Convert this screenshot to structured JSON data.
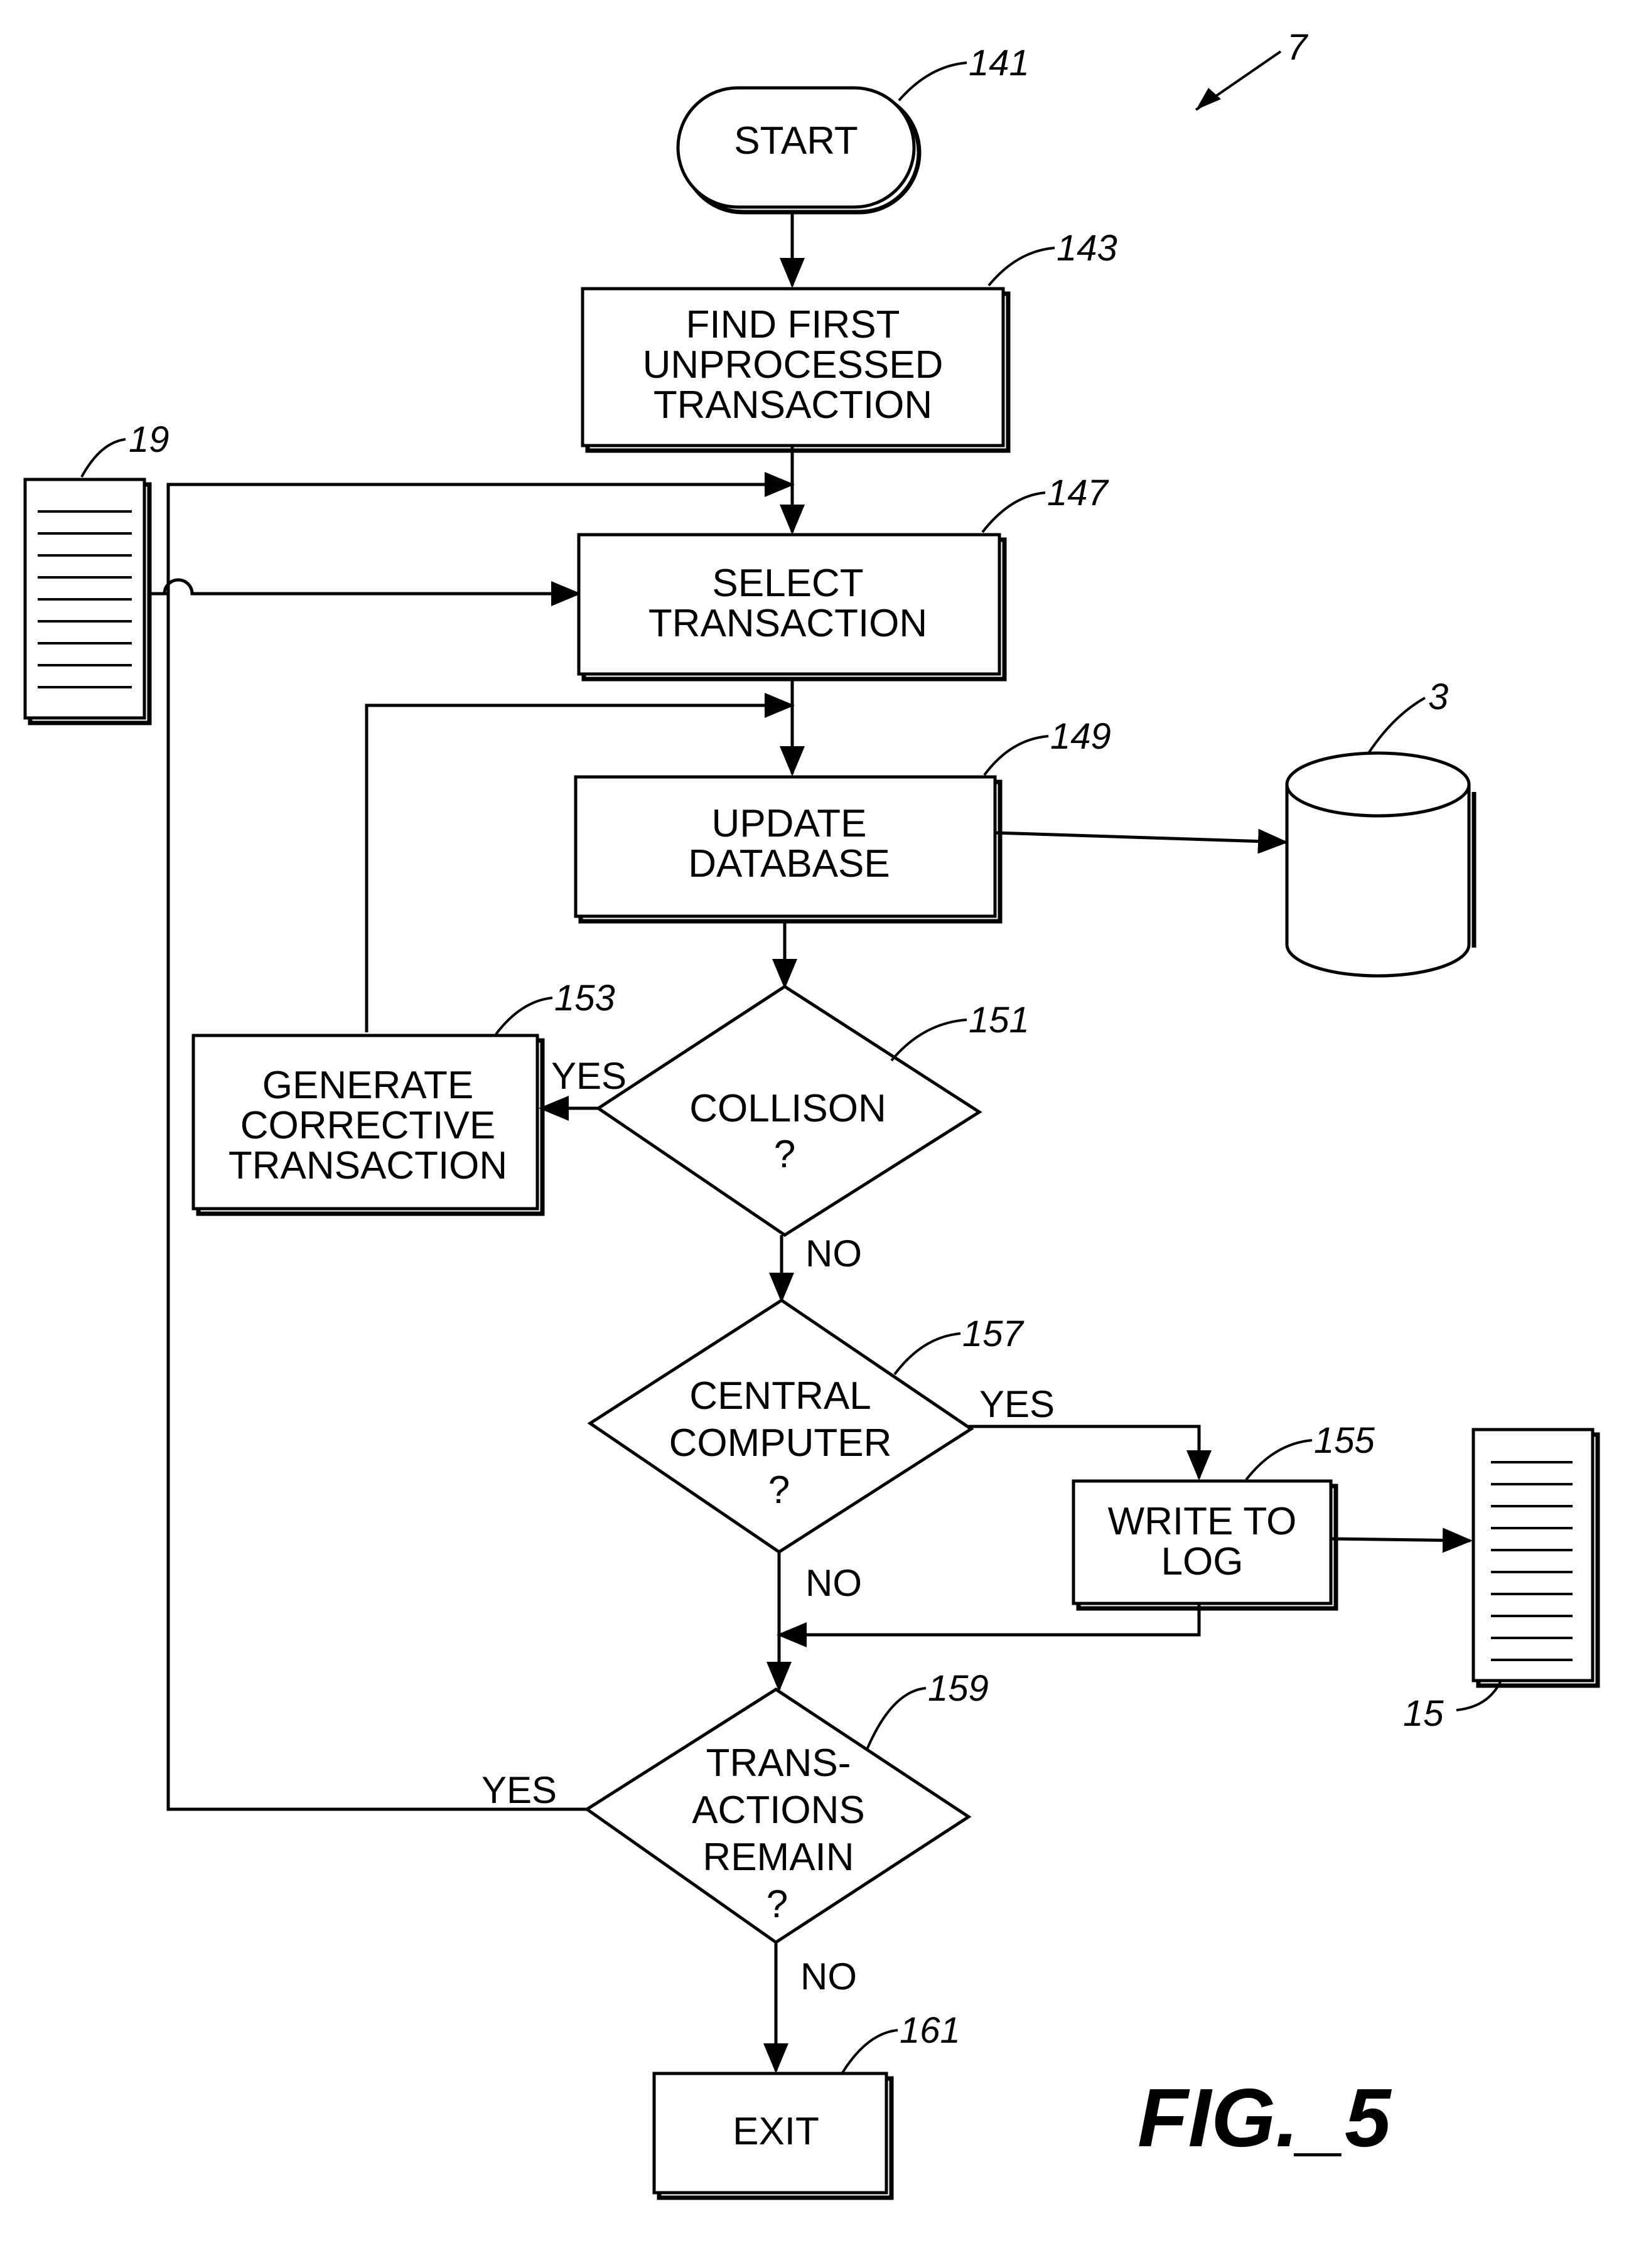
{
  "figure_label": "FIG._5",
  "figure_ref": "7",
  "nodes": {
    "start": {
      "label": "START",
      "ref": "141"
    },
    "find_first": {
      "lines": [
        "FIND FIRST",
        "UNPROCESSED",
        "TRANSACTION"
      ],
      "ref": "143"
    },
    "select": {
      "lines": [
        "SELECT",
        "TRANSACTION"
      ],
      "ref": "147"
    },
    "update": {
      "lines": [
        "UPDATE",
        "DATABASE"
      ],
      "ref": "149"
    },
    "database": {
      "ref": "3"
    },
    "collision": {
      "lines": [
        "COLLISON",
        "?"
      ],
      "ref": "151"
    },
    "generate": {
      "lines": [
        "GENERATE",
        "CORRECTIVE",
        "TRANSACTION"
      ],
      "ref": "153"
    },
    "central": {
      "lines": [
        "CENTRAL",
        "COMPUTER",
        "?"
      ],
      "ref": "157"
    },
    "write_log": {
      "lines": [
        "WRITE TO",
        "LOG"
      ],
      "ref": "155"
    },
    "log_doc": {
      "ref": "15"
    },
    "input_doc": {
      "ref": "19"
    },
    "remain": {
      "lines": [
        "TRANS-",
        "ACTIONS",
        "REMAIN",
        "?"
      ],
      "ref": "159"
    },
    "exit": {
      "label": "EXIT",
      "ref": "161"
    }
  },
  "branches": {
    "collision_yes": "YES",
    "collision_no": "NO",
    "central_yes": "YES",
    "central_no": "NO",
    "remain_yes": "YES",
    "remain_no": "NO"
  }
}
